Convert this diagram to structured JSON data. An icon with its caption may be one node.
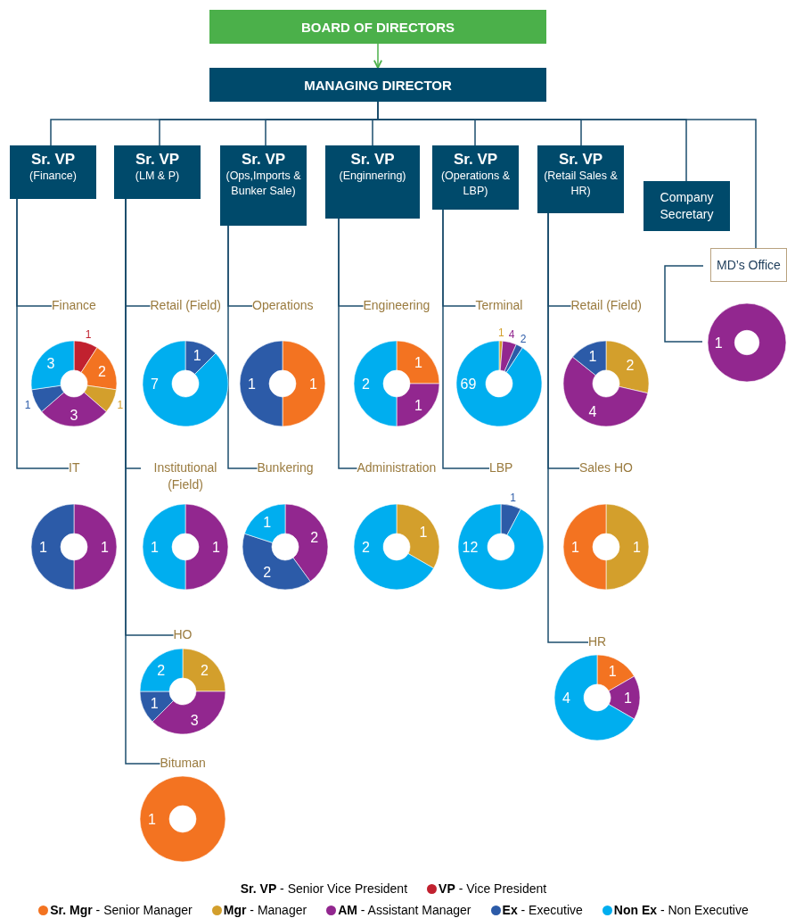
{
  "diagram": {
    "nodes": [
      {
        "text": [
          "BOARD OF DIRECTORS"
        ]
      },
      {
        "text": [
          "MANAGING DIRECTOR"
        ]
      },
      {
        "text": [
          "Sr. VP",
          "(Finance)"
        ]
      },
      {
        "text": [
          "Sr. VP",
          "(LM & P)"
        ]
      },
      {
        "text": [
          "Sr. VP",
          "(Ops,Imports & Bunker Sale)"
        ]
      },
      {
        "text": [
          "Sr. VP",
          "(Enginnering)"
        ]
      },
      {
        "text": [
          "Sr. VP",
          "(Operations & LBP)"
        ]
      },
      {
        "text": [
          "Sr. VP",
          "(Retail Sales & HR)"
        ]
      },
      {
        "text": [
          "Company Secretary"
        ]
      },
      {
        "text": [
          "MD’s Office"
        ],
        "beside": [
          "1"
        ]
      },
      {
        "text": [
          "Finance"
        ],
        "beside": [
          "1",
          "2",
          "1",
          "3",
          "1",
          "3"
        ]
      },
      {
        "text": [
          "IT"
        ],
        "beside": [
          "1",
          "1"
        ]
      },
      {
        "text": [
          "Retail (Field)"
        ],
        "beside": [
          "1",
          "7"
        ]
      },
      {
        "text": [
          "Institutional (Field)"
        ],
        "beside": [
          "1",
          "1"
        ]
      },
      {
        "text": [
          "HO"
        ],
        "beside": [
          "2",
          "3",
          "1",
          "2"
        ]
      },
      {
        "text": [
          "Bituman"
        ],
        "beside": [
          "1"
        ]
      },
      {
        "text": [
          "Operations"
        ],
        "beside": [
          "1",
          "1"
        ]
      },
      {
        "text": [
          "Bunkering"
        ],
        "beside": [
          "2",
          "2",
          "1"
        ]
      },
      {
        "text": [
          "Engineering"
        ],
        "beside": [
          "1",
          "1",
          "2"
        ]
      },
      {
        "text": [
          "Administration"
        ],
        "beside": [
          "1",
          "2"
        ]
      },
      {
        "text": [
          "Terminal"
        ],
        "beside": [
          "1",
          "4",
          "2",
          "69"
        ]
      },
      {
        "text": [
          "LBP"
        ],
        "beside": [
          "1",
          "12"
        ]
      },
      {
        "text": [
          "Retail (Field)"
        ],
        "beside": [
          "2",
          "4",
          "1"
        ]
      },
      {
        "text": [
          "Sales HO"
        ],
        "beside": [
          "1",
          "1"
        ]
      },
      {
        "text": [
          "HR"
        ],
        "beside": [
          "1",
          "1",
          "4"
        ]
      }
    ],
    "edges": [
      {
        "from": 0,
        "to": 1,
        "arrow": "to",
        "color": "#4bb04a"
      },
      {
        "from": 1,
        "to": 2,
        "arrow": "none"
      },
      {
        "from": 1,
        "to": 3,
        "arrow": "none"
      },
      {
        "from": 1,
        "to": 4,
        "arrow": "none"
      },
      {
        "from": 1,
        "to": 5,
        "arrow": "none"
      },
      {
        "from": 1,
        "to": 6,
        "arrow": "none"
      },
      {
        "from": 1,
        "to": 7,
        "arrow": "none"
      },
      {
        "from": 1,
        "to": 8,
        "arrow": "none"
      },
      {
        "from": 1,
        "to": 9,
        "arrow": "none"
      },
      {
        "from": 2,
        "to": 10,
        "arrow": "none"
      },
      {
        "from": 2,
        "to": 11,
        "arrow": "none"
      },
      {
        "from": 3,
        "to": 12,
        "arrow": "none"
      },
      {
        "from": 3,
        "to": 13,
        "arrow": "none"
      },
      {
        "from": 3,
        "to": 14,
        "arrow": "none"
      },
      {
        "from": 3,
        "to": 15,
        "arrow": "none"
      },
      {
        "from": 4,
        "to": 16,
        "arrow": "none"
      },
      {
        "from": 4,
        "to": 17,
        "arrow": "none"
      },
      {
        "from": 5,
        "to": 18,
        "arrow": "none"
      },
      {
        "from": 5,
        "to": 19,
        "arrow": "none"
      },
      {
        "from": 6,
        "to": 20,
        "arrow": "none"
      },
      {
        "from": 6,
        "to": 21,
        "arrow": "none"
      },
      {
        "from": 7,
        "to": 22,
        "arrow": "none"
      },
      {
        "from": 7,
        "to": 23,
        "arrow": "none"
      },
      {
        "from": 7,
        "to": 24,
        "arrow": "none"
      }
    ],
    "legend": [
      {
        "text": "**Sr. VP** - Senior Vice President"
      },
      {
        "text": "**VP** - Vice President",
        "color": "#c1212f"
      },
      {
        "text": "**Sr. Mgr** - Senior Manager",
        "color": "#f37321"
      },
      {
        "text": "**Mgr** - Manager",
        "color": "#d39f2c"
      },
      {
        "text": "**AM** - Assistant Manager",
        "color": "#92278f"
      },
      {
        "text": "**Ex** - Executive",
        "color": "#2c5ba8"
      },
      {
        "text": "**Non Ex** - Non Executive",
        "color": "#00aeef"
      }
    ]
  }
}
